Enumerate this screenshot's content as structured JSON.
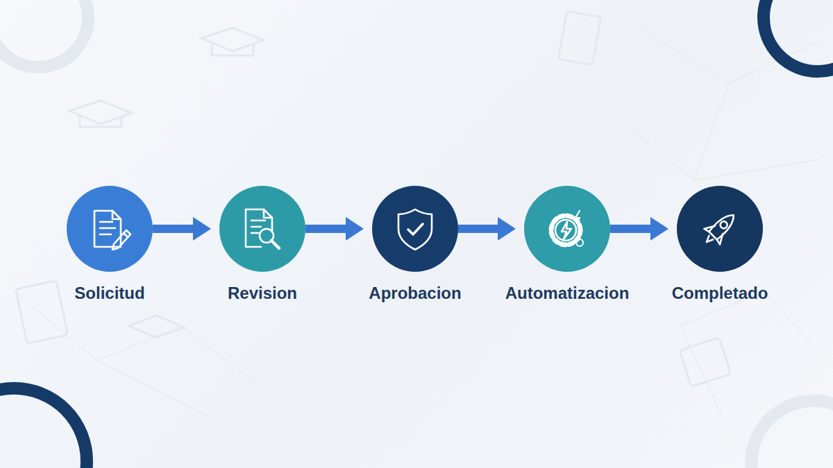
{
  "diagram": {
    "nodes": [
      {
        "text": [
          "Solicitud"
        ]
      },
      {
        "text": [
          "Revision"
        ]
      },
      {
        "text": [
          "Aprobacion"
        ]
      },
      {
        "text": [
          "Automatizacion"
        ]
      },
      {
        "text": [
          "Completado"
        ]
      }
    ],
    "edges": [
      {
        "from": 0,
        "to": 1,
        "arrow": "to"
      },
      {
        "from": 1,
        "to": 2,
        "arrow": "to"
      },
      {
        "from": 2,
        "to": 3,
        "arrow": "to"
      },
      {
        "from": 3,
        "to": 4,
        "arrow": "to"
      }
    ]
  }
}
